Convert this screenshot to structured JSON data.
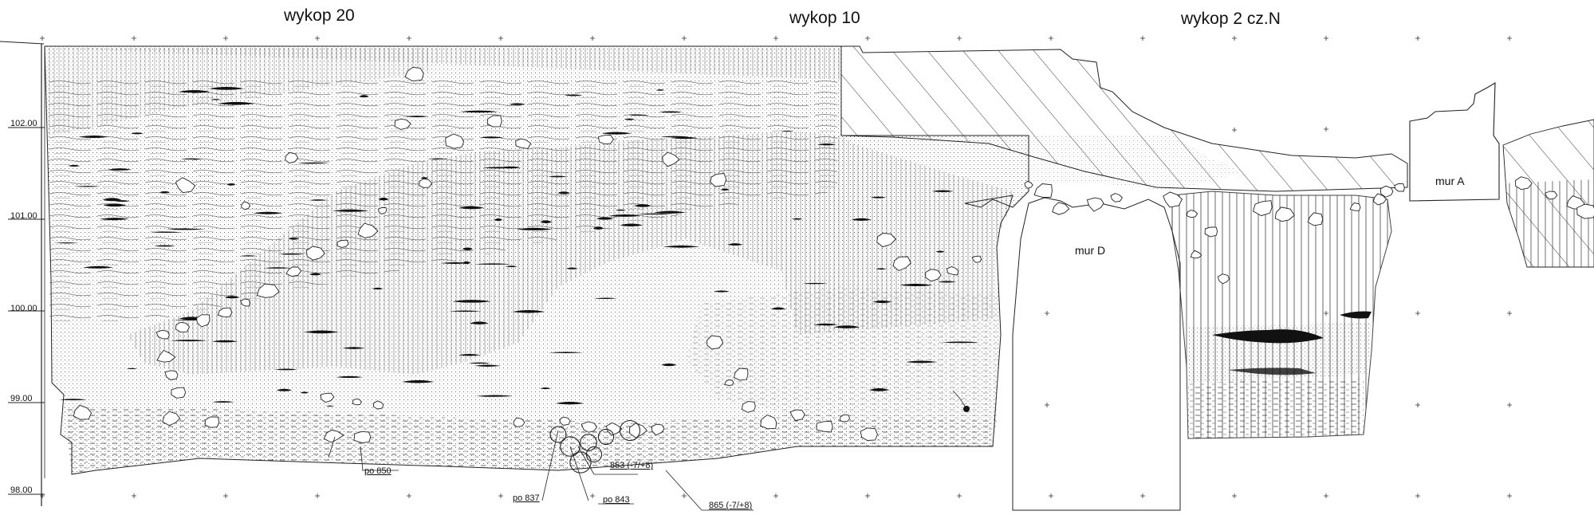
{
  "titles": [
    "wykop 20",
    "wykop 10",
    "wykop 2 cz.N"
  ],
  "elevations": [
    "102.00",
    "101.00",
    "100.00",
    "99.00",
    "98.00"
  ],
  "walls": [
    "mur D",
    "mur A"
  ],
  "features": [
    "po 850",
    "po 837",
    "po 843",
    "853 (-7/+8)",
    "865 (-7/+8)"
  ],
  "colors": {
    "ink": "#111111",
    "paper": "#ffffff"
  }
}
